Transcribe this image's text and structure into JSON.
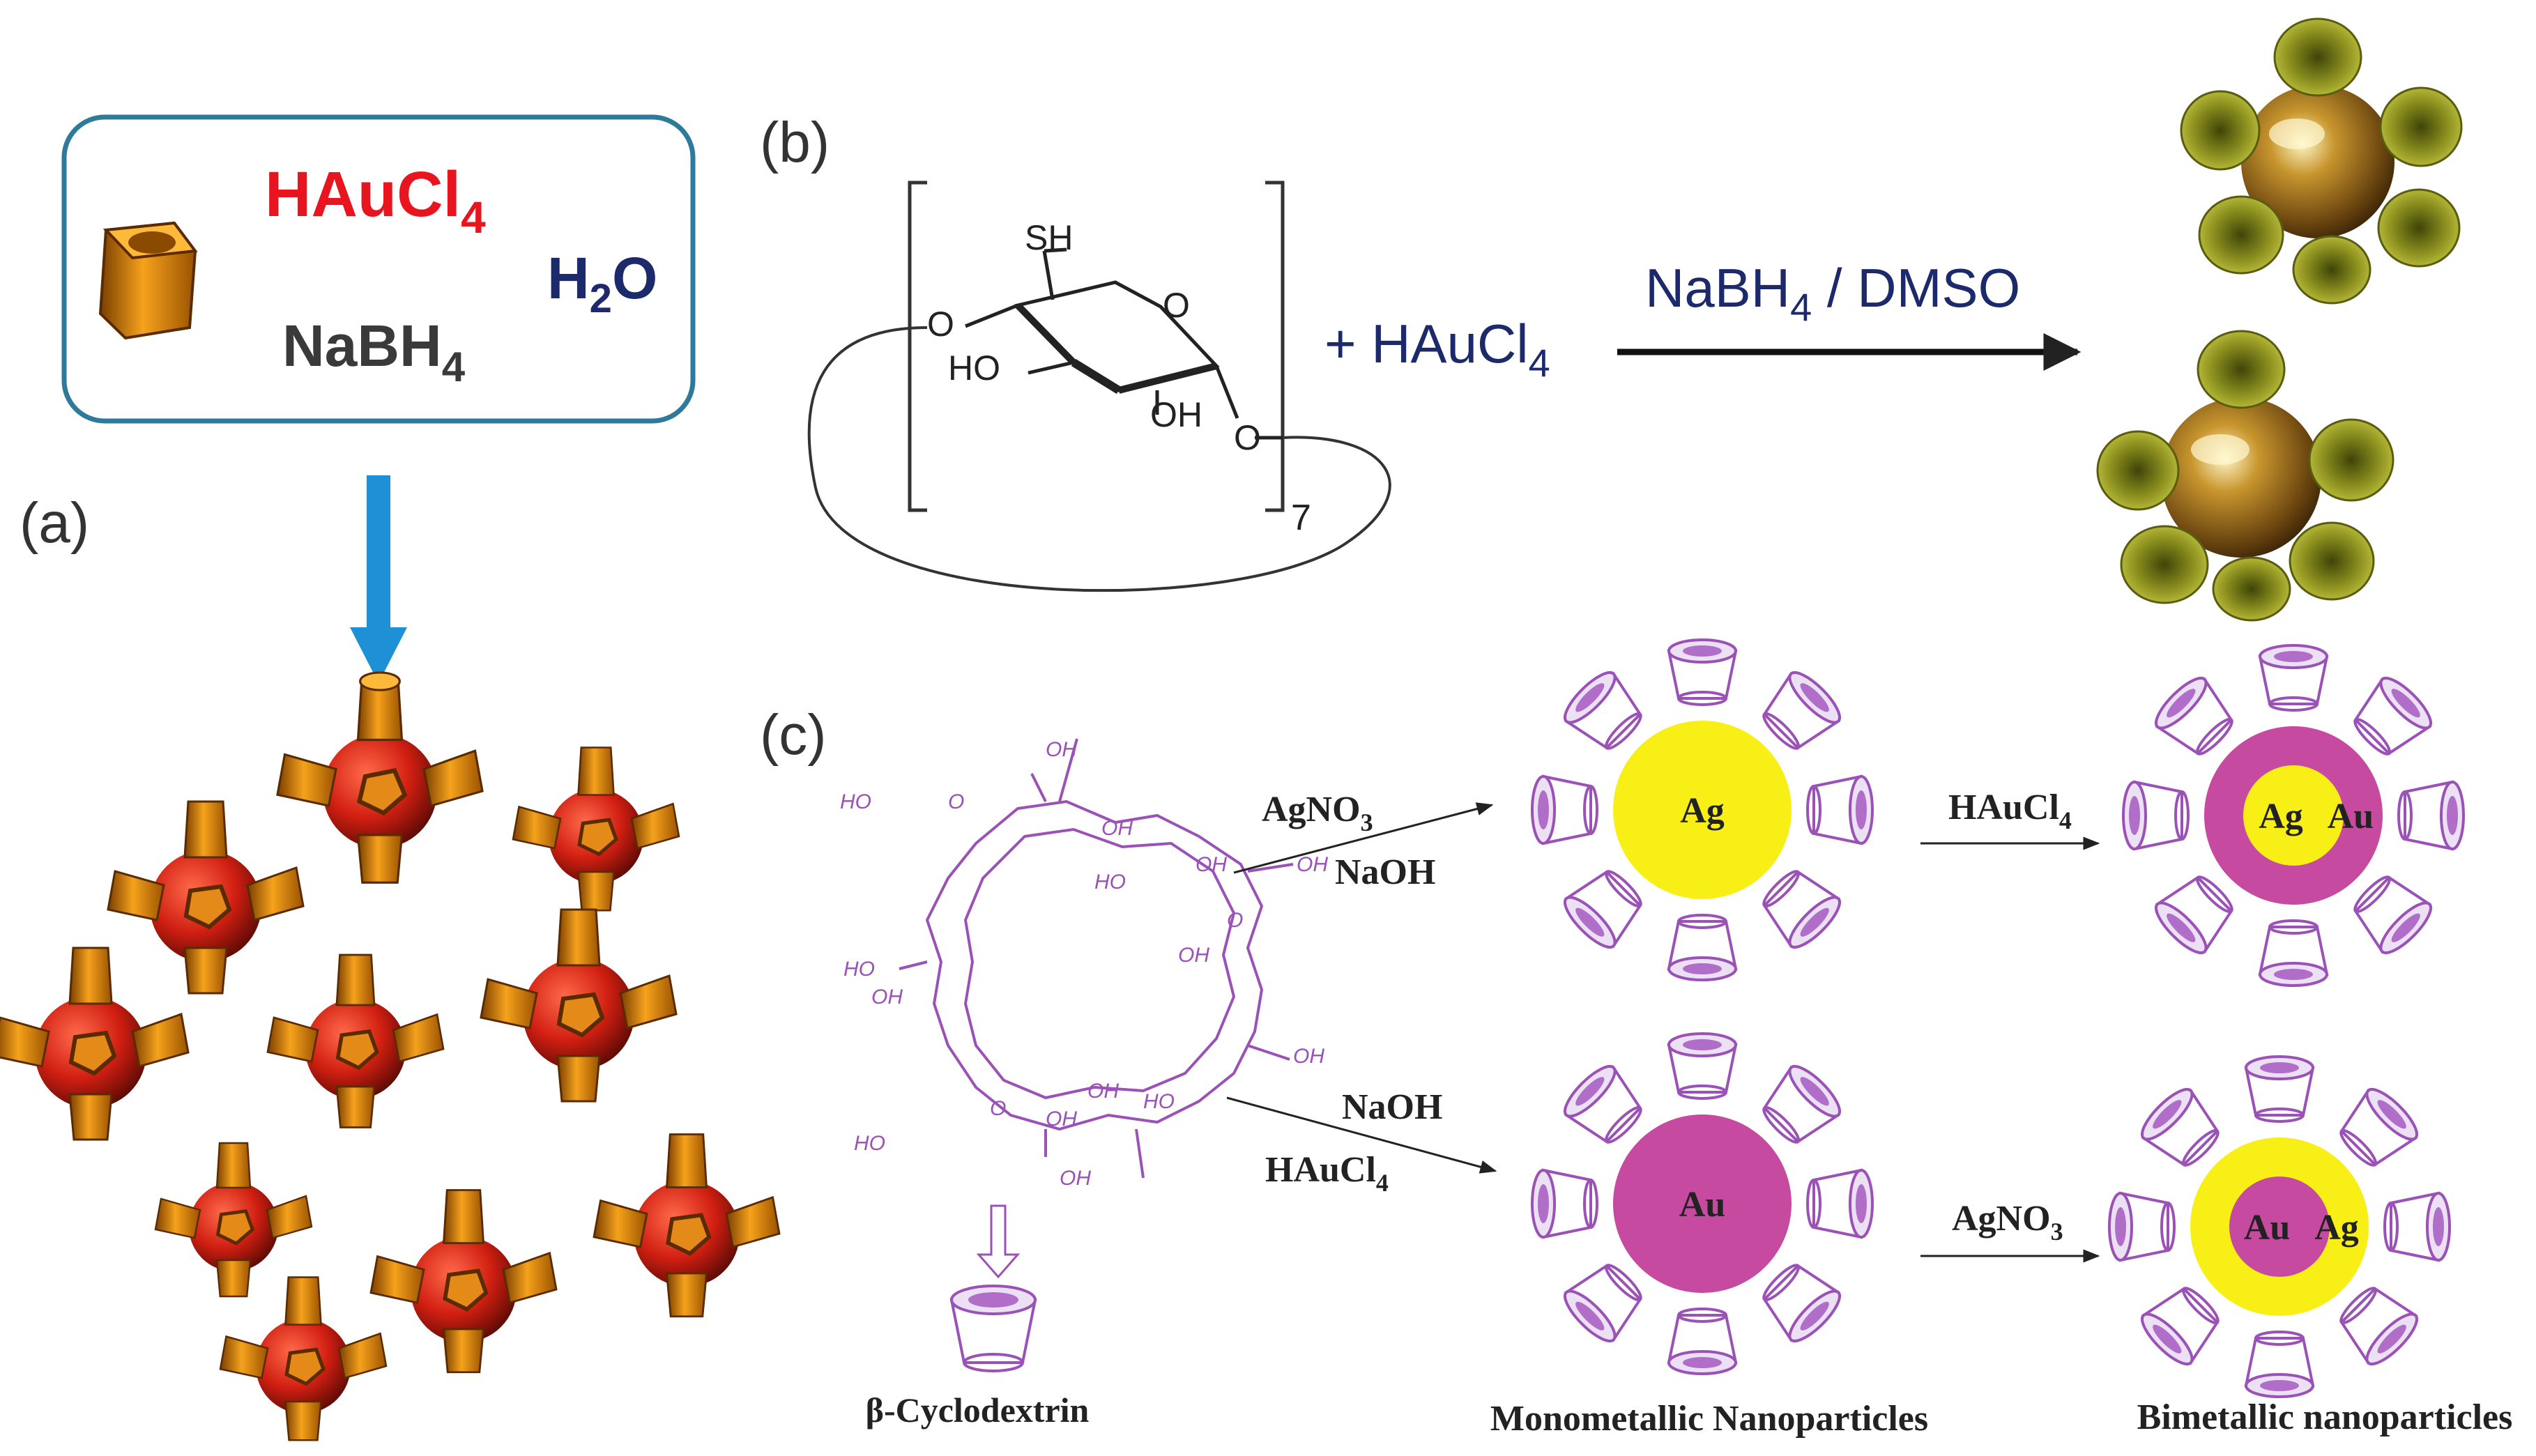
{
  "panels": {
    "a": {
      "label": "(a)",
      "reagents": {
        "hauc": {
          "base": "HAuCl",
          "sub": "4"
        },
        "water": {
          "pre": "H",
          "sub": "2",
          "post": "O"
        },
        "nabh": {
          "base": "NaBH",
          "sub": "4"
        }
      }
    },
    "b": {
      "label": "(b)",
      "sh": "SH",
      "o_top": "O",
      "o_left": "O",
      "ho": "HO",
      "oh": "OH",
      "o_right": "O",
      "repeat": "7",
      "plus": "+ HAuCl",
      "plus_sub": "4",
      "arrow": {
        "base": "NaBH",
        "sub": "4",
        "post": " / DMSO"
      }
    },
    "c": {
      "label": "(c)",
      "cd_name": "β-Cyclodextrin",
      "oh": "OH",
      "ho": "HO",
      "o": "O",
      "route1": {
        "agno3": "AgNO",
        "agno3_sub": "3",
        "naoh": "NaOH"
      },
      "route2": {
        "naoh": "NaOH",
        "hauc": "HAuCl",
        "hauc_sub": "4"
      },
      "step_top": {
        "base": "HAuCl",
        "sub": "4"
      },
      "step_bottom": {
        "base": "AgNO",
        "sub": "3"
      },
      "np1": {
        "core": "Ag"
      },
      "np2": {
        "core": "Au"
      },
      "np3": {
        "core": "Ag",
        "shell": "Au"
      },
      "np4": {
        "core": "Au",
        "shell": "Ag"
      },
      "mono_caption": "Monometallic Nanoparticles",
      "bi_caption": "Bimetallic nanoparticles"
    }
  },
  "colors": {
    "box_border": "#2d7a9a",
    "blue_arrow": "#1e90d6",
    "red_text": "#e8141e",
    "navy_text": "#1c2a6b",
    "dark_text": "#333333",
    "purple": "#9b52b6",
    "silver_yellow": "#f7ef16",
    "gold_magenta": "#c64aa0",
    "cd_orange": "#e48a18",
    "np_red": "#d11f12",
    "olive": "#a7ab2e"
  }
}
